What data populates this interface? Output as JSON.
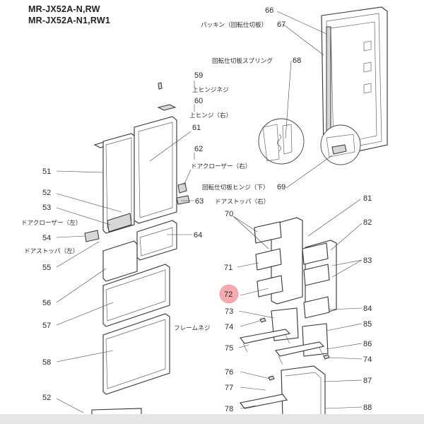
{
  "models": [
    "MR-JX52A-N,RW",
    "MR-JX52A-N1,RW1"
  ],
  "callouts": {
    "n51": "51",
    "n52a": "52",
    "n53": "53",
    "n54": "54",
    "n55": "55",
    "n56": "56",
    "n57": "57",
    "n58": "58",
    "n52b": "52",
    "n59": "59",
    "n60": "60",
    "n61": "61",
    "n62": "62",
    "n63": "63",
    "n64": "64",
    "n66": "66",
    "n67": "67",
    "n68": "68",
    "n69": "69",
    "n70": "70",
    "n71": "71",
    "n72": "72",
    "n73": "73",
    "n74a": "74",
    "n75": "75",
    "n76": "76",
    "n77": "77",
    "n78": "78",
    "n81": "81",
    "n82": "82",
    "n83": "83",
    "n84": "84",
    "n85": "85",
    "n86": "86",
    "n74b": "74",
    "n87": "87",
    "n88": "88"
  },
  "labels": {
    "packing": "パッキン（回転仕切板）",
    "rot_spring": "回転仕切板スプリング",
    "upper_hinge_screw": "上ヒンジネジ",
    "upper_hinge_right": "上ヒンジ（右）",
    "door_closer_right": "ドアクローザー（右）",
    "door_stopper_right": "ドアストッパ（右）",
    "rot_hinge_lower": "回転仕切板ヒンジ（下）",
    "door_closer_left": "ドアクローザー（左）",
    "door_stopper_left": "ドアストッパ（左）",
    "frame_screw": "フレームネジ"
  },
  "highlight": {
    "callout": "72",
    "color": "#f3aab0"
  }
}
